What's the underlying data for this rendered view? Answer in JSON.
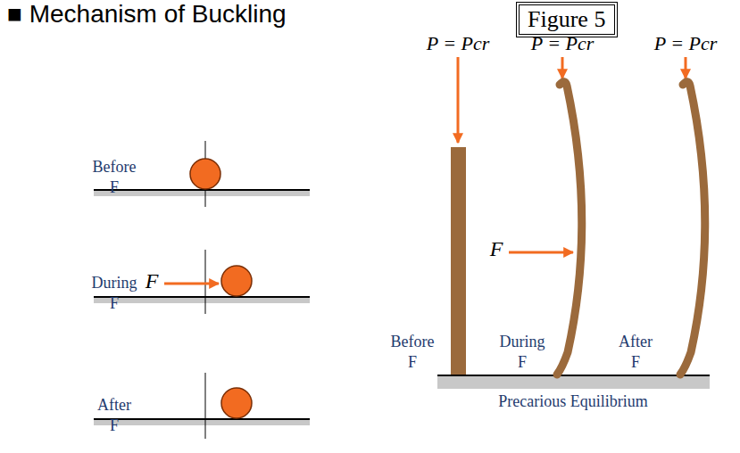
{
  "diagram": {
    "title": "■ Mechanism of Buckling",
    "nodes": [
      {
        "text": [
          "Figure 5"
        ]
      }
    ],
    "labels": [
      "P = Pcr",
      "P = Pcr",
      "P = Pcr",
      "Before F",
      "During F",
      "After F",
      "F",
      "F",
      "Before F",
      "During F",
      "After F",
      "Precarious Equilibrium"
    ]
  }
}
